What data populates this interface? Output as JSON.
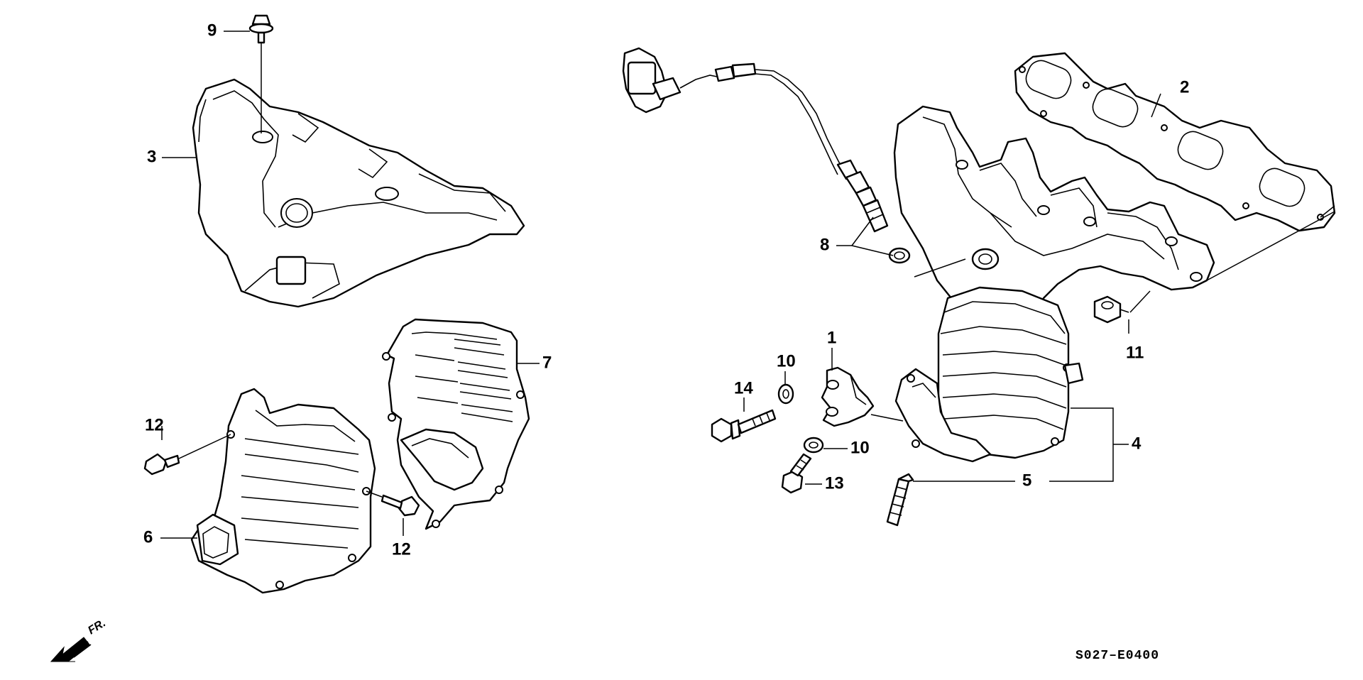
{
  "diagram": {
    "callouts": {
      "c1": "1",
      "c2": "2",
      "c3": "3",
      "c4": "4",
      "c5": "5",
      "c6": "6",
      "c7": "7",
      "c8": "8",
      "c9": "9",
      "c10a": "10",
      "c10b": "10",
      "c11": "11",
      "c12a": "12",
      "c12b": "12",
      "c13": "13",
      "c14": "14"
    },
    "front_indicator": "FR.",
    "diagram_code": "S027–E0400"
  },
  "colors": {
    "line": "#000000",
    "background": "#ffffff"
  }
}
